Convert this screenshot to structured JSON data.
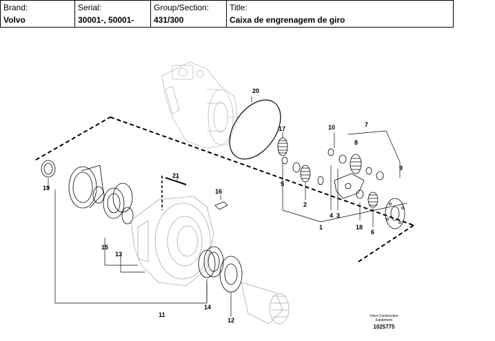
{
  "header": {
    "brand_label": "Brand:",
    "brand_value": "Volvo",
    "serial_label": "Serial:",
    "serial_value": "30001-, 50001-",
    "group_label": "Group/Section:",
    "group_value": "431/300",
    "title_label": "Title:",
    "title_value": "Caixa de engrenagem de giro"
  },
  "callouts": [
    "1",
    "2",
    "3",
    "4",
    "5",
    "6",
    "7",
    "8",
    "9",
    "10",
    "11",
    "12",
    "13",
    "14",
    "15",
    "16",
    "17",
    "18",
    "19",
    "20",
    "21"
  ],
  "badge": {
    "org_line1": "Volvo Construction",
    "org_line2": "Equipment",
    "figure_number": "1025775"
  }
}
